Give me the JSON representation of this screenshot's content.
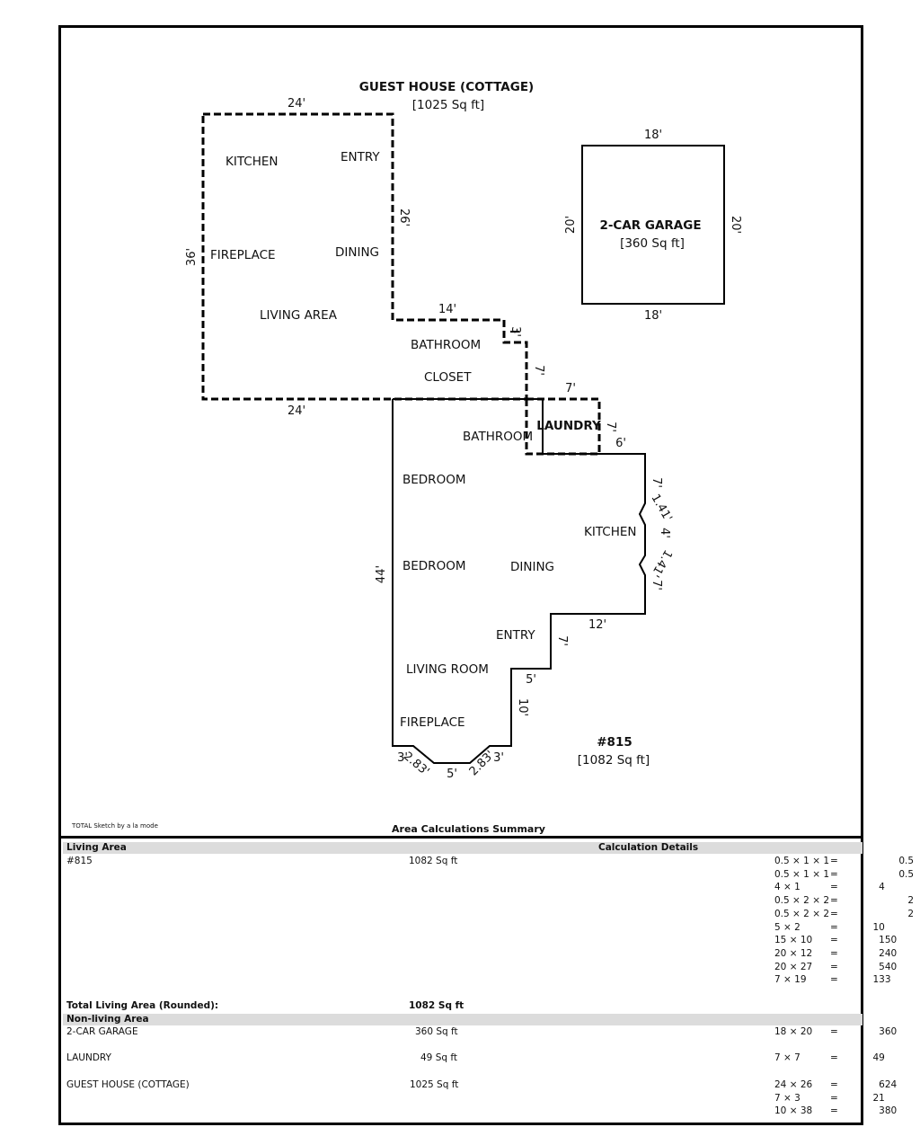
{
  "sketch": {
    "guest_house": {
      "title": "GUEST HOUSE (COTTAGE)",
      "area": "[1025 Sq ft]",
      "rooms": [
        "KITCHEN",
        "ENTRY",
        "FIREPLACE",
        "DINING",
        "LIVING AREA",
        "BATHROOM",
        "CLOSET"
      ],
      "dims": [
        "24'",
        "26'",
        "36'",
        "14'",
        "3'",
        "7'",
        "24'"
      ]
    },
    "garage": {
      "title": "2-CAR GARAGE",
      "area": "[360 Sq ft]",
      "dims": [
        "18'",
        "20'",
        "20'",
        "18'"
      ]
    },
    "laundry": {
      "title": "LAUNDRY",
      "dims": [
        "7'",
        "7'"
      ]
    },
    "main_house": {
      "title": "#815",
      "area": "[1082 Sq ft]",
      "rooms": [
        "BATHROOM",
        "BEDROOM",
        "BEDROOM",
        "KITCHEN",
        "DINING",
        "ENTRY",
        "LIVING ROOM",
        "FIREPLACE"
      ],
      "dims": [
        "6'",
        "7'",
        "1.41'",
        "4'",
        "1.41'",
        "7'",
        "12'",
        "7'",
        "5'",
        "10'",
        "44'",
        "3'",
        "2.83'",
        "5'",
        "2.83'",
        "3'"
      ]
    },
    "credit": "TOTAL Sketch by a la mode"
  },
  "summary": {
    "title": "Area Calculations Summary",
    "living_header": "Living Area",
    "calc_header": "Calculation Details",
    "living_rows": [
      {
        "name": "#815",
        "area": "1082 Sq ft"
      }
    ],
    "living_calcs": [
      {
        "expr": "0.5 × 1 × 1",
        "result": "0.5"
      },
      {
        "expr": "0.5 × 1 × 1",
        "result": "0.5"
      },
      {
        "expr": "4 × 1",
        "result": "4"
      },
      {
        "expr": "0.5 × 2 × 2",
        "result": "2"
      },
      {
        "expr": "0.5 × 2 × 2",
        "result": "2"
      },
      {
        "expr": "5 × 2",
        "result": "10"
      },
      {
        "expr": "15 × 10",
        "result": "150"
      },
      {
        "expr": "20 × 12",
        "result": "240"
      },
      {
        "expr": "20 × 27",
        "result": "540"
      },
      {
        "expr": "7 × 19",
        "result": "133"
      }
    ],
    "total_label": "Total Living Area (Rounded):",
    "total_value": "1082 Sq ft",
    "nonliving_header": "Non-living Area",
    "nonliving_rows": [
      {
        "name": "2-CAR GARAGE",
        "area": "360 Sq ft",
        "calcs": [
          {
            "expr": "18 × 20",
            "result": "360"
          }
        ]
      },
      {
        "name": "LAUNDRY",
        "area": "49 Sq ft",
        "calcs": [
          {
            "expr": "7 × 7",
            "result": "49"
          }
        ]
      },
      {
        "name": "GUEST HOUSE (COTTAGE)",
        "area": "1025 Sq ft",
        "calcs": [
          {
            "expr": "24 × 26",
            "result": "624"
          },
          {
            "expr": "7 × 3",
            "result": "21"
          },
          {
            "expr": "10 × 38",
            "result": "380"
          }
        ]
      }
    ]
  }
}
